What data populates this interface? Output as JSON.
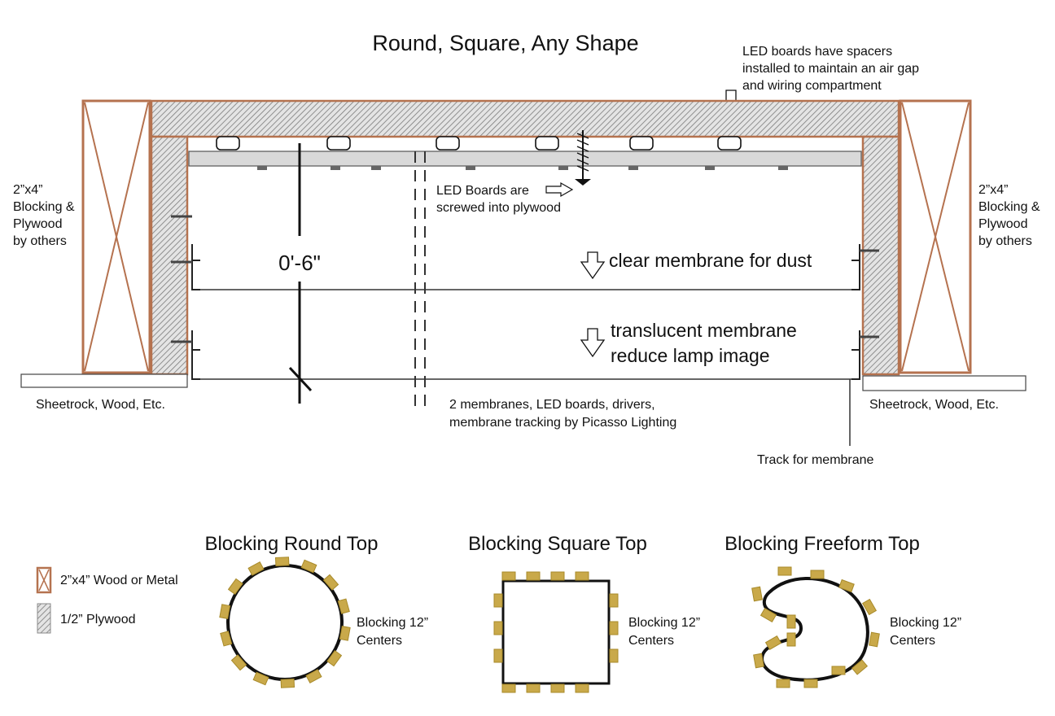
{
  "title": "Round, Square, Any Shape",
  "notes": {
    "spacers": [
      "LED boards have spacers",
      "installed to maintain an air gap",
      "and wiring compartment"
    ],
    "screwed": [
      "LED Boards are",
      "screwed into plywood"
    ],
    "clear_membrane": "clear membrane for dust",
    "translucent_membrane": [
      "translucent membrane",
      "reduce lamp image"
    ],
    "dimension": "0'-6\"",
    "supplied_by": [
      "2 membranes, LED boards, drivers,",
      "membrane tracking by Picasso Lighting"
    ],
    "track": "Track for membrane"
  },
  "blocking_left": [
    "2”x4”",
    "Blocking &",
    "Plywood",
    "by others"
  ],
  "blocking_right": [
    "2”x4”",
    "Blocking &",
    "Plywood",
    "by others"
  ],
  "sheetrock_left": "Sheetrock, Wood, Etc.",
  "sheetrock_right": "Sheetrock, Wood, Etc.",
  "legend": {
    "wood": "2”x4” Wood or Metal",
    "plywood": "1/2” Plywood"
  },
  "shapes": [
    {
      "title": "Blocking Round Top",
      "note": [
        "Blocking 12”",
        "Centers"
      ]
    },
    {
      "title": "Blocking Square Top",
      "note": [
        "Blocking 12”",
        "Centers"
      ]
    },
    {
      "title": "Blocking Freeform Top",
      "note": [
        "Blocking 12”",
        "Centers"
      ]
    }
  ],
  "colors": {
    "wood": "#b5724f",
    "block": "#a88a2a",
    "block_fill": "#c9a94a",
    "line": "#111111"
  }
}
